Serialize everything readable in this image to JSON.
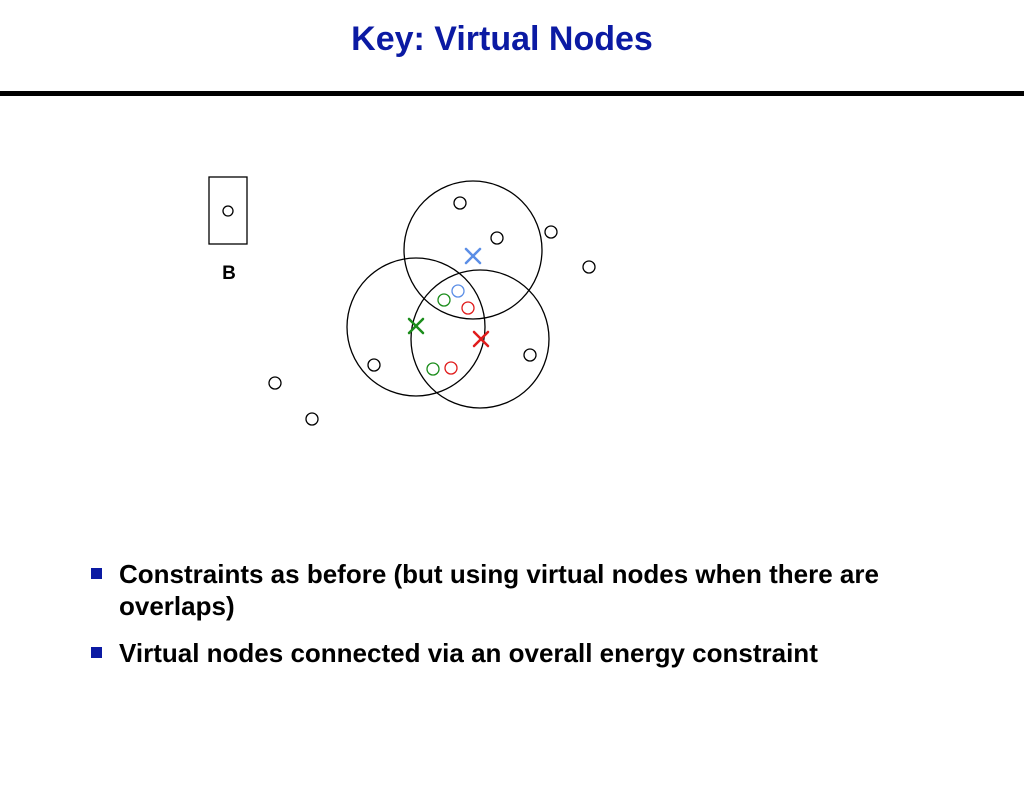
{
  "slide": {
    "title": "Key: Virtual Nodes",
    "title_color": "#0b1aa3",
    "bullet_color": "#0b1aa3"
  },
  "diagram": {
    "base_station_label": "B",
    "colors": {
      "blue": "#5b8ee6",
      "green": "#1a8c1a",
      "red": "#e01b1b",
      "black": "#000000"
    }
  },
  "bullets": [
    {
      "text": "Constraints as before (but using virtual nodes when there are overlaps)"
    },
    {
      "text": "Virtual nodes connected via an overall energy constraint"
    }
  ]
}
